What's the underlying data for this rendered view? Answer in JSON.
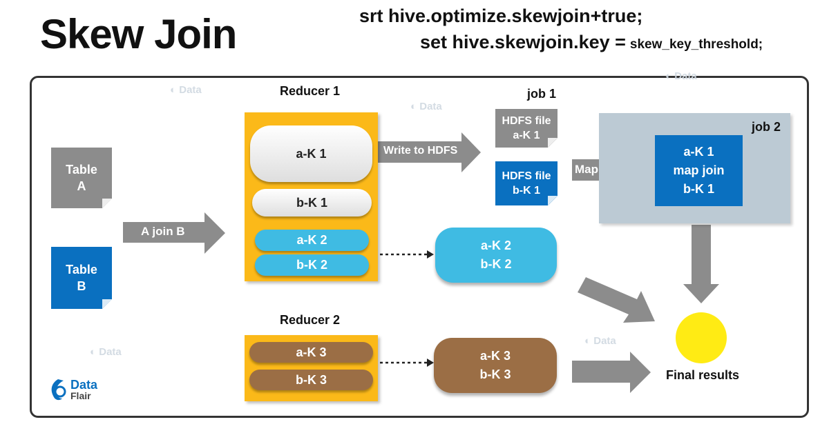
{
  "title": "Skew Join",
  "commands": {
    "line1": "srt hive.optimize.skewjoin+true;",
    "line2_main": "set hive.skewjoin.key =",
    "line2_small": "skew_key_threshold;"
  },
  "tables": {
    "a": "Table A",
    "b": "Table B"
  },
  "arrows": {
    "join": "A join B",
    "write_hdfs": "Write to HDFS",
    "map_join": "Map join"
  },
  "reducer1": {
    "label": "Reducer 1",
    "items": [
      "a-K 1",
      "b-K 1",
      "a-K 2",
      "b-K 2"
    ]
  },
  "reducer2": {
    "label": "Reducer 2",
    "items": [
      "a-K 3",
      "b-K 3"
    ]
  },
  "job1": {
    "label": "job 1",
    "files": [
      "HDFS file a-K 1",
      "HDFS file b-K 1"
    ]
  },
  "job2": {
    "label": "job 2",
    "lines": [
      "a-K 1",
      "map join",
      "b-K 1"
    ]
  },
  "skew_output": {
    "k2": [
      "a-K 2",
      "b-K 2"
    ],
    "k3": [
      "a-K 3",
      "b-K 3"
    ]
  },
  "final": "Final results",
  "logo": {
    "name": "Data",
    "sub": "Flair"
  },
  "colors": {
    "reducer": "#fbb919",
    "blue": "#0a70c0",
    "gray": "#8c8c8c",
    "cyan": "#3fbbe3",
    "brown": "#9b6e45",
    "job2_bg": "#bccad4",
    "final": "#ffeb14"
  }
}
